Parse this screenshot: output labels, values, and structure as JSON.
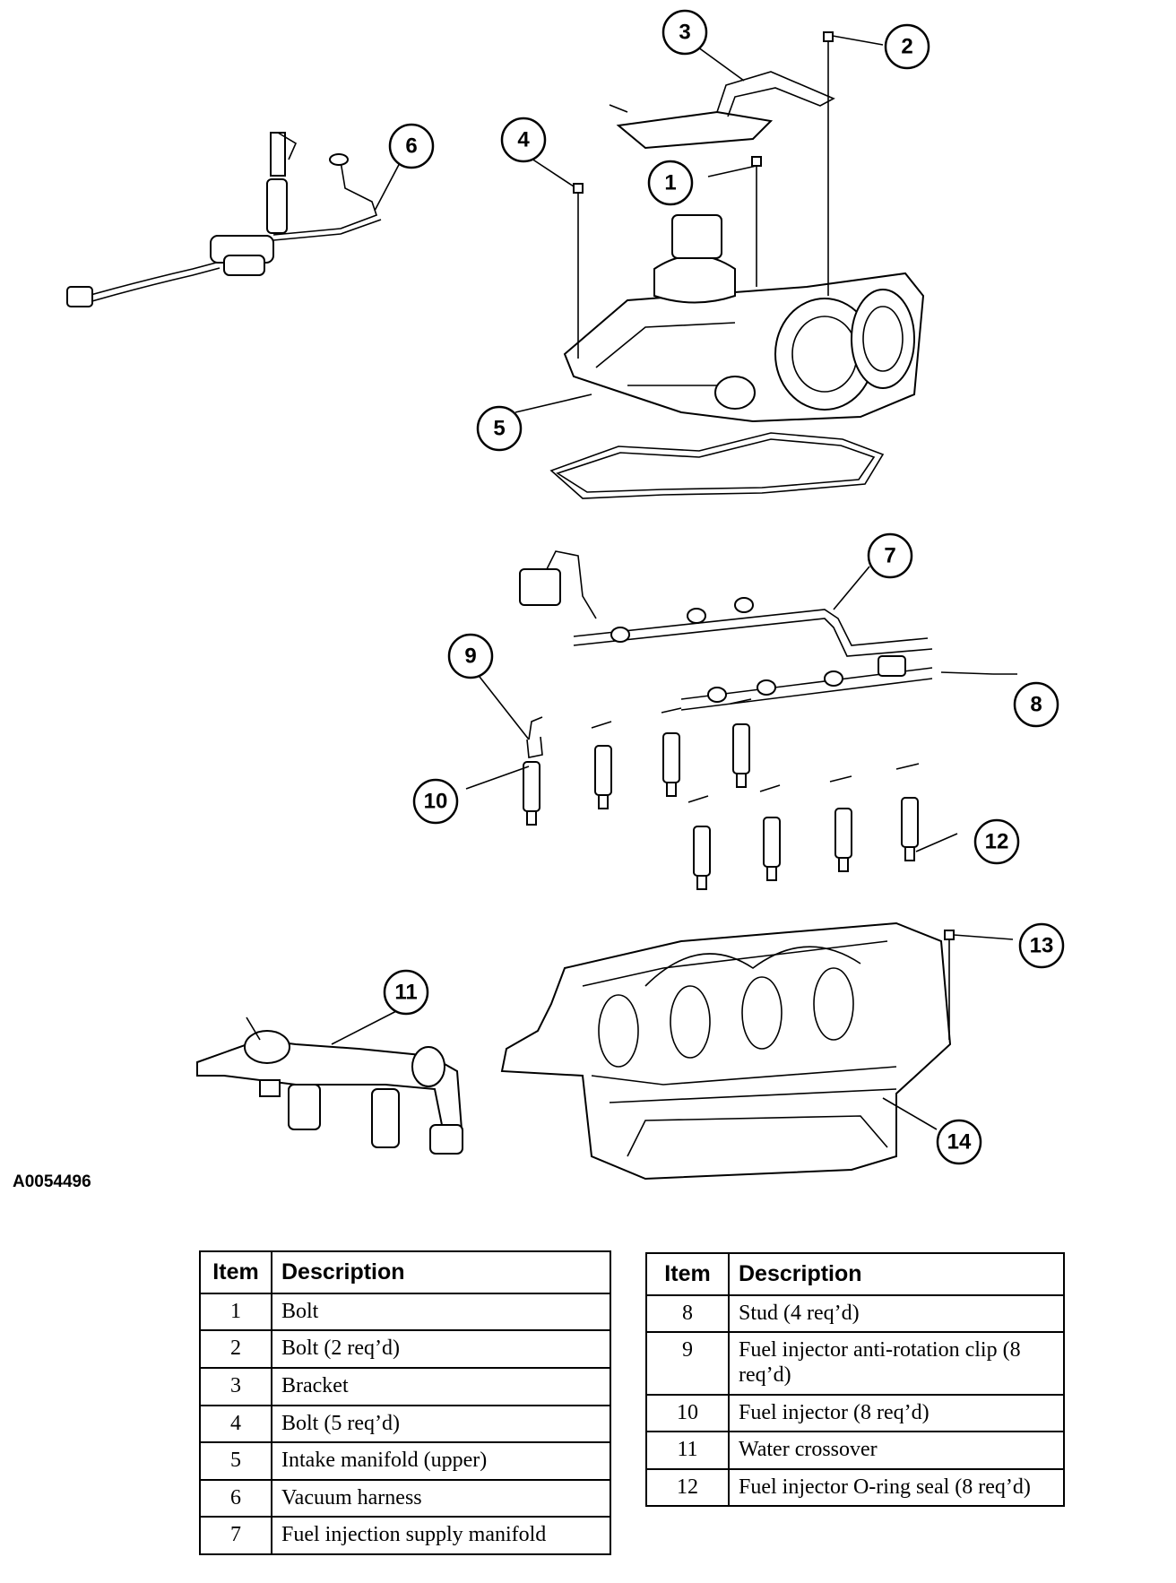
{
  "figure_code": "A0054496",
  "callouts": [
    "1",
    "2",
    "3",
    "4",
    "5",
    "6",
    "7",
    "8",
    "9",
    "10",
    "11",
    "12",
    "13",
    "14"
  ],
  "legend_left": {
    "headers": {
      "item": "Item",
      "description": "Description"
    },
    "rows": [
      {
        "item": "1",
        "description": "Bolt"
      },
      {
        "item": "2",
        "description": "Bolt (2 req’d)"
      },
      {
        "item": "3",
        "description": "Bracket"
      },
      {
        "item": "4",
        "description": "Bolt (5 req’d)"
      },
      {
        "item": "5",
        "description": "Intake manifold (upper)"
      },
      {
        "item": "6",
        "description": "Vacuum harness"
      },
      {
        "item": "7",
        "description": "Fuel injection supply manifold"
      }
    ]
  },
  "legend_right": {
    "headers": {
      "item": "Item",
      "description": "Description"
    },
    "rows": [
      {
        "item": "8",
        "description": "Stud (4 req’d)"
      },
      {
        "item": "9",
        "description": "Fuel injector anti-rotation clip (8 req’d)"
      },
      {
        "item": "10",
        "description": "Fuel injector (8 req’d)"
      },
      {
        "item": "11",
        "description": "Water crossover"
      },
      {
        "item": "12",
        "description": "Fuel injector O-ring seal (8 req’d)"
      }
    ]
  }
}
